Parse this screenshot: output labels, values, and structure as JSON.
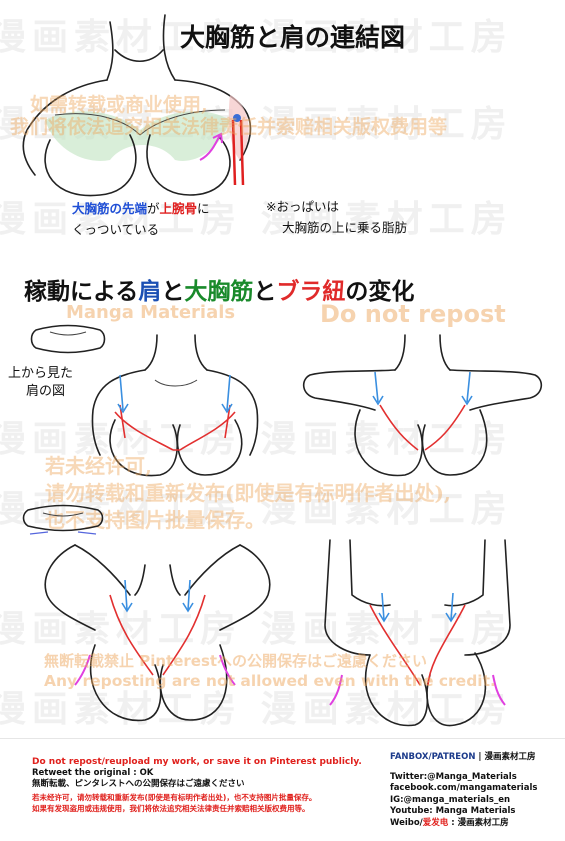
{
  "watermark_bg": "漫画素材工房",
  "title": "大胸筋と肩の連結図",
  "section1": {
    "note_left_line1_a": "大胸筋の先端",
    "note_left_line1_b": "が",
    "note_left_line1_c": "上腕骨",
    "note_left_line1_d": "に",
    "note_left_line2": "くっついている",
    "note_right_line1": "※おっぱいは",
    "note_right_line2": "大胸筋の上に乗る脂肪"
  },
  "subtitle": {
    "part1": "稼動による",
    "shoulder": "肩",
    "part2": "と",
    "pectoral": "大胸筋",
    "part3": "と",
    "bra": "ブラ紐",
    "part4": "の変化"
  },
  "top_view_label_line1": "上から見た",
  "top_view_label_line2": "肩の図",
  "watermarks": {
    "cn_line1": "如需转载或商业使用,",
    "cn_line2": "我们将依法追究相关法律责任并索赔相关版权费用等",
    "en_brand": "Manga Materials",
    "en_no_repost": "Do not repost",
    "cn_mid_1": "若未经许可,",
    "cn_mid_2": "请勿转载和重新发布(即使是有标明作者出处),",
    "cn_mid_3": "也不支持图片批量保存。",
    "jp_bottom": "無断転載禁止 Pinterestへの公開保存はご遠慮ください",
    "en_bottom": "Any reposting are not allowed even with the credit."
  },
  "footer": {
    "line1": "Do not repost/reupload my work, or save it on Pinterest publicly.",
    "line2": "Retweet the original : OK",
    "line3": "無断転載、ピンタレストへの公開保存はご遠慮ください",
    "line4": "若未经许可，请勿转载和重新发布(即使是有标明作者出处)，也不支持图片批量保存。",
    "line5": "如果有发现盗用或违规使用，我们将依法追究相关法律责任并索赔相关版权费用等。",
    "right_head_a": "FANBOX/PATREON",
    "right_head_b": "| 漫画素材工房",
    "right_twitter": "Twitter:@Manga_Materials",
    "right_facebook": "facebook.com/mangamaterials",
    "right_ig": "IG:@manga_materials_en",
    "right_youtube": "Youtube: Manga Materials",
    "right_weibo_a": "Weibo/",
    "right_weibo_b": "爱发电",
    "right_weibo_c": ": 漫画素材工房"
  },
  "colors": {
    "shoulder_blue": "#1b4fb3",
    "pectoral_green": "#1a8a2b",
    "bra_red": "#e02a2a",
    "watermark_orange": "#eea860"
  }
}
